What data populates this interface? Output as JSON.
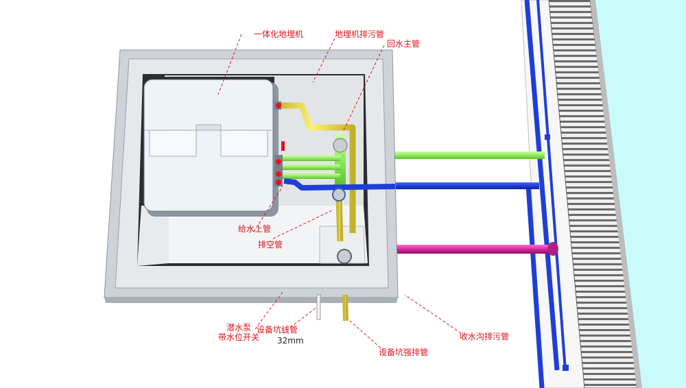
{
  "labels": {
    "integrated_unit": "一体化地埋机",
    "unit_drain_pipe": "地埋机排污管",
    "return_main_pipe": "回水主管",
    "supply_upper_pipe": "给水上管",
    "vent_pipe": "排空管",
    "sump_pump_float_switch": "潜水泵\n带水位开关",
    "pit_line_pipe": "设备坑线管",
    "pit_line_pipe_size": "32mm",
    "pit_drain_pipe": "设备坑强排管",
    "collection_drain_pipe": "收水沟排污管"
  },
  "colors": {
    "wall_outer": "#cdd3d8",
    "wall_inner": "#e6e9ec",
    "pit_floor": "#f3f4f5",
    "pit_shadow": "#2c2d30",
    "unit_body": "#eef3f9",
    "pipe_yellow": "#f2e35a",
    "pipe_green": "#9cef6a",
    "pipe_blue": "#1f3ed8",
    "pipe_magenta": "#d62a9c",
    "grating": "#6d6d6d",
    "water": "#c9fbfb",
    "label_red": "#e0141e"
  }
}
